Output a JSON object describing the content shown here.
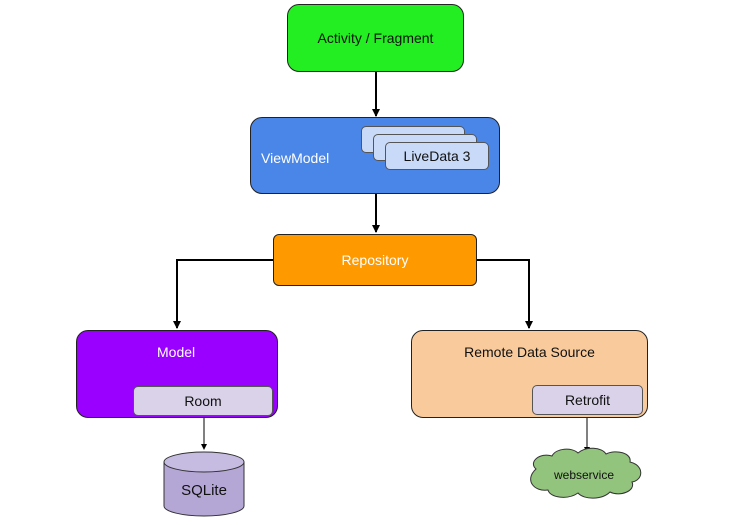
{
  "nodes": {
    "activity": "Activity / Fragment",
    "viewmodel": "ViewModel",
    "livedata": "LiveData 3",
    "repository": "Repository",
    "model": "Model",
    "room": "Room",
    "sqlite": "SQLite",
    "remote": "Remote Data Source",
    "retrofit": "Retrofit",
    "webservice": "webservice"
  },
  "colors": {
    "activity": "#22ee22",
    "viewmodel": "#4a86e8",
    "livedata": "#c9daf8",
    "repository": "#ff9900",
    "model": "#9900ff",
    "room": "#d9d2e9",
    "sqlite": "#b4a7d6",
    "remote": "#f9cb9c",
    "retrofit": "#d9d2e9",
    "webservice": "#93c47d"
  }
}
